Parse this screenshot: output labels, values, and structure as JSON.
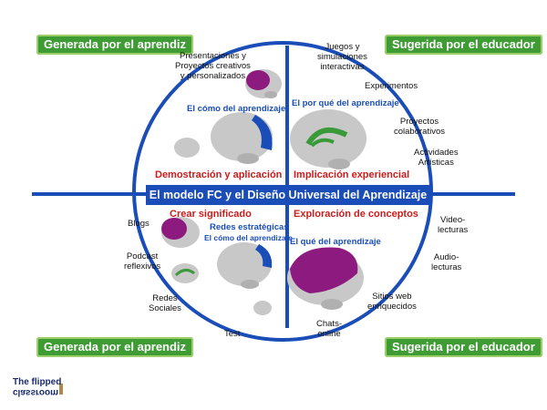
{
  "colors": {
    "accent_blue": "#1a4db8",
    "quadrant_green": "#3f9c35",
    "title_red": "#cc1c1c",
    "brain_gray": "#c8c8c8",
    "brain_purple": "#8c1a7f",
    "brain_green": "#3a9a3a"
  },
  "corner_labels": {
    "top_left": "Generada por el aprendiz",
    "top_right": "Sugerida por el educador",
    "bottom_left": "Generada por el aprendiz",
    "bottom_right": "Sugerida por el educador"
  },
  "banner": "El modelo FC y el Diseño Universal del Aprendizaje",
  "quadrants": {
    "top_left": {
      "subtitle": "El cómo del aprendizaje",
      "title": "Demostración y aplicación"
    },
    "top_right": {
      "subtitle": "El por qué del aprendizaje",
      "title": "Implicación experiencial"
    },
    "bottom_left": {
      "title": "Crear significado",
      "subtitle_1": "Redes estratégicas",
      "subtitle_2": "El cómo del aprendizaje"
    },
    "bottom_right": {
      "title": "Exploración de conceptos",
      "subtitle": "El qué del aprendizaje"
    }
  },
  "outer_items": {
    "presentaciones": [
      "Presentaciones y",
      "Proyectos creativos",
      "y personalizados"
    ],
    "juegos": [
      "Juegos y",
      "simulaciones",
      "interactivas"
    ],
    "experimentos": [
      "Experimentos"
    ],
    "proyectos": [
      "Proyectos",
      "colaborativos"
    ],
    "actividades": [
      "Actividades",
      "Artísticas"
    ],
    "video": [
      "Video-",
      "lecturas"
    ],
    "audio": [
      "Audio-",
      "lecturas"
    ],
    "sitios": [
      "Sitios web",
      "enriquecidos"
    ],
    "chats": [
      "Chats-",
      "online"
    ],
    "test": [
      "Test"
    ],
    "redes": [
      "Redes",
      "Sociales"
    ],
    "podcast": [
      "Podcast",
      "reflexivos"
    ],
    "blogs": [
      "Blogs"
    ]
  },
  "logo": {
    "line1": "The flipped",
    "line2": "classroom"
  }
}
